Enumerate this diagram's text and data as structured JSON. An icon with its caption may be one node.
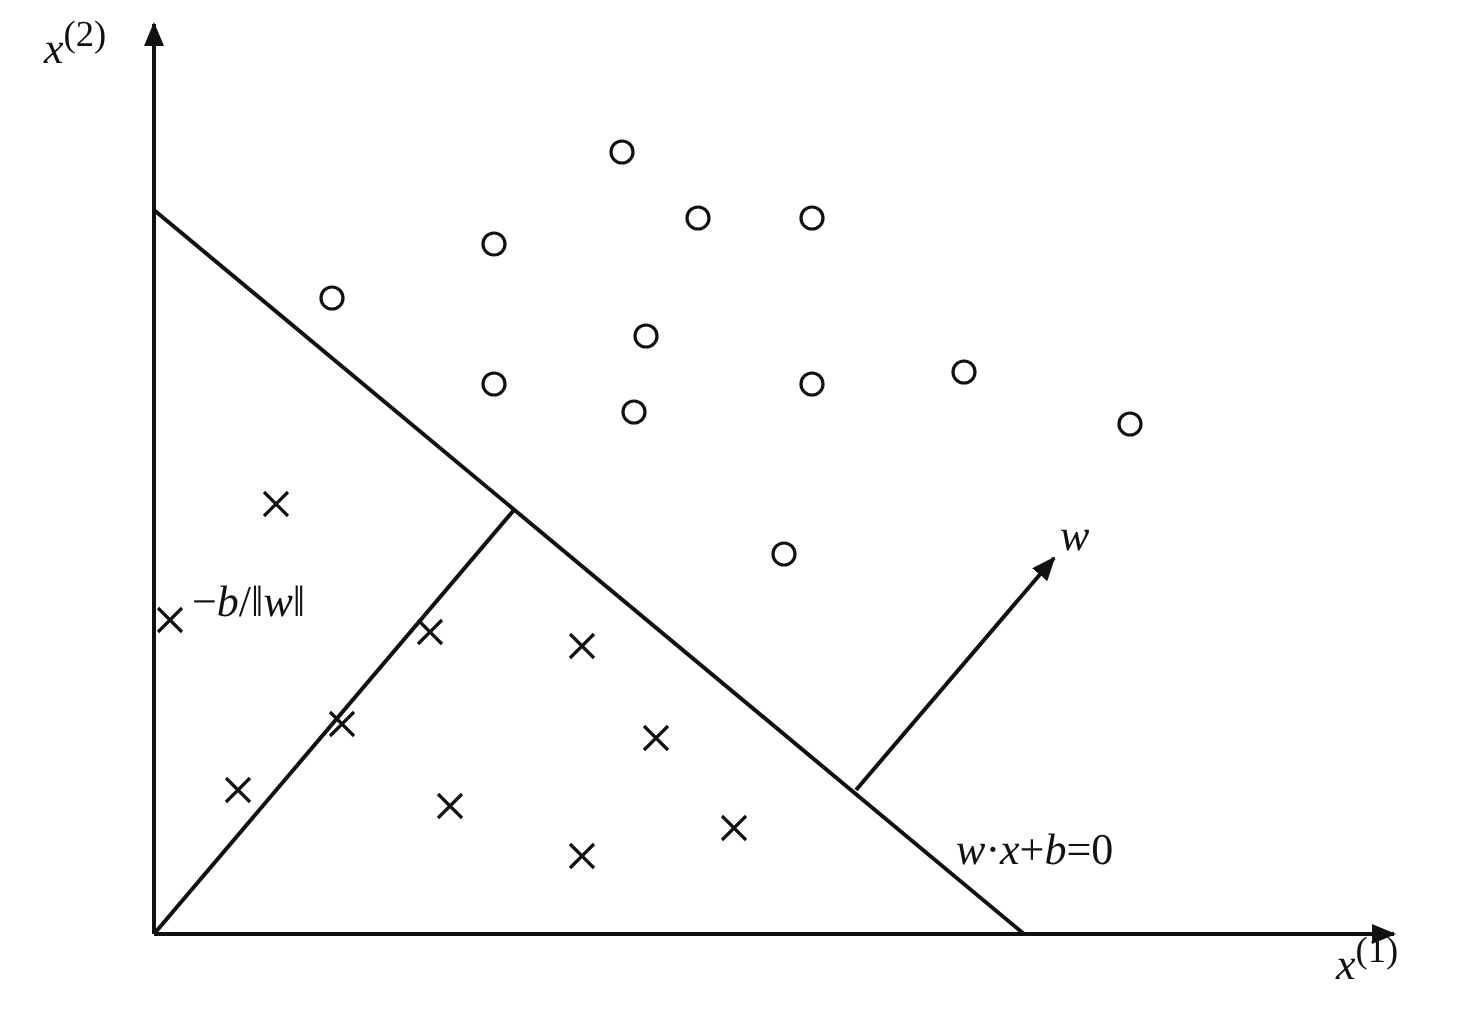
{
  "diagram": {
    "labels": [
      "*x*$^{(2)}$",
      "*w*",
      "−*b*/‖*w*‖",
      "*w*·*x*+*b*=0",
      "*x*$^{(1)}$"
    ]
  }
}
